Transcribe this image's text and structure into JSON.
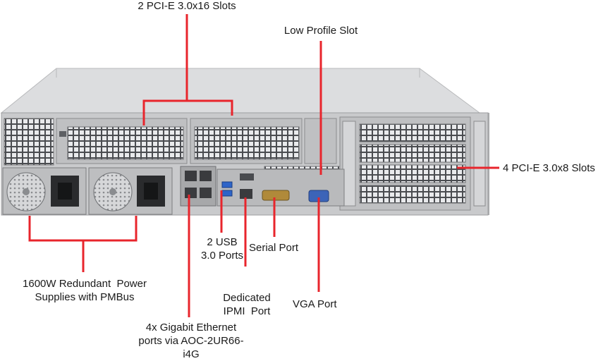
{
  "labels": {
    "pcie_x16": "2 PCI-E 3.0x16 Slots",
    "low_profile": "Low Profile Slot",
    "pcie_x8": "4 PCI-E 3.0x8 Slots",
    "psu": "1600W Redundant  Power\nSupplies with PMBus",
    "usb": "2 USB\n3.0 Ports",
    "serial": "Serial Port",
    "ipmi": "Dedicated\nIPMI  Port",
    "vga": "VGA Port",
    "ethernet": "4x Gigabit Ethernet\nports via AOC-2UR66-\ni4G"
  },
  "colors": {
    "callout": "#e8252c",
    "chassis_top": "#d9dadc",
    "chassis_face": "#c7c8ca",
    "vent": "#8c8e91",
    "background": "#ffffff"
  }
}
